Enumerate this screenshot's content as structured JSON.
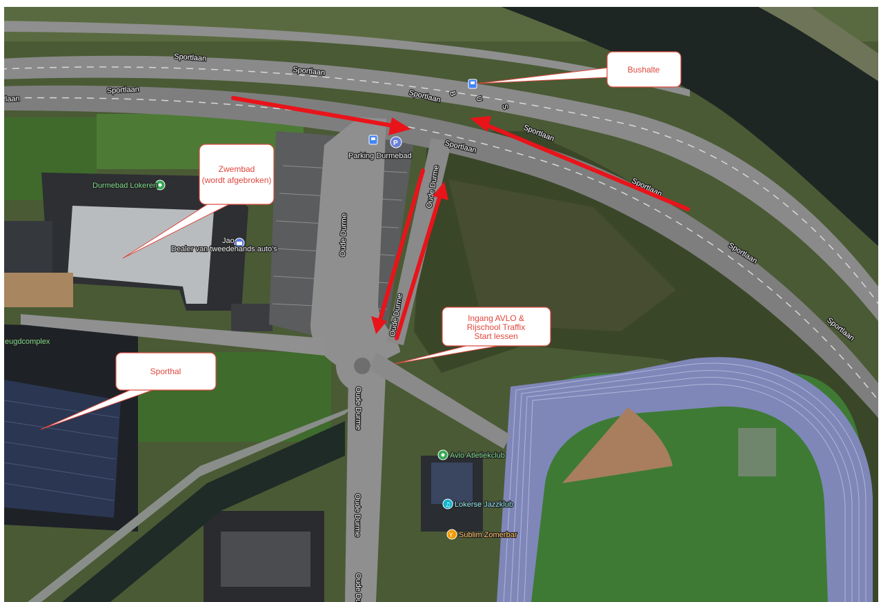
{
  "road_labels": {
    "sportlaan": "Sportlaan",
    "sportlaan_cut": "laan",
    "oude_durme": "Oude Durme",
    "bus_lane": [
      "B",
      "U",
      "S"
    ]
  },
  "pois": {
    "parking": "Parking Durmebad",
    "durmebad": "Durmebad Lokeren",
    "dealer_name": "Jao",
    "dealer_sub": "Dealer van tweedehands auto's",
    "avlo": "Avlo Atletiekclub",
    "jazz": "Lokerse Jazzklub",
    "sublim": "Sublim Zomerbar",
    "jeugdcomplex": "eugdcomplex"
  },
  "callouts": {
    "bushalte": [
      "Bushalte"
    ],
    "zwembad": [
      "Zwembad",
      "(wordt afgebroken)"
    ],
    "ingang": [
      "Ingang AVLO &",
      "Rijschool Traffix",
      "Start lessen"
    ],
    "sporthal": [
      "Sporthal"
    ]
  },
  "colors": {
    "callout_text": "#e0463c",
    "callout_border": "#d94a3f",
    "arrow": "#e8141a",
    "track": "#7f87b9",
    "grass": "#3d6a2c",
    "road": "#8a8a8a",
    "poi_green": "#34a853",
    "poi_blue": "#4285f4",
    "poi_teal": "#12b5cb",
    "poi_orange": "#f29900"
  },
  "icons": [
    "bus-stop-icon",
    "parking-icon",
    "map-pin-icon",
    "music-note-icon",
    "cocktail-icon",
    "car-dealer-icon"
  ]
}
